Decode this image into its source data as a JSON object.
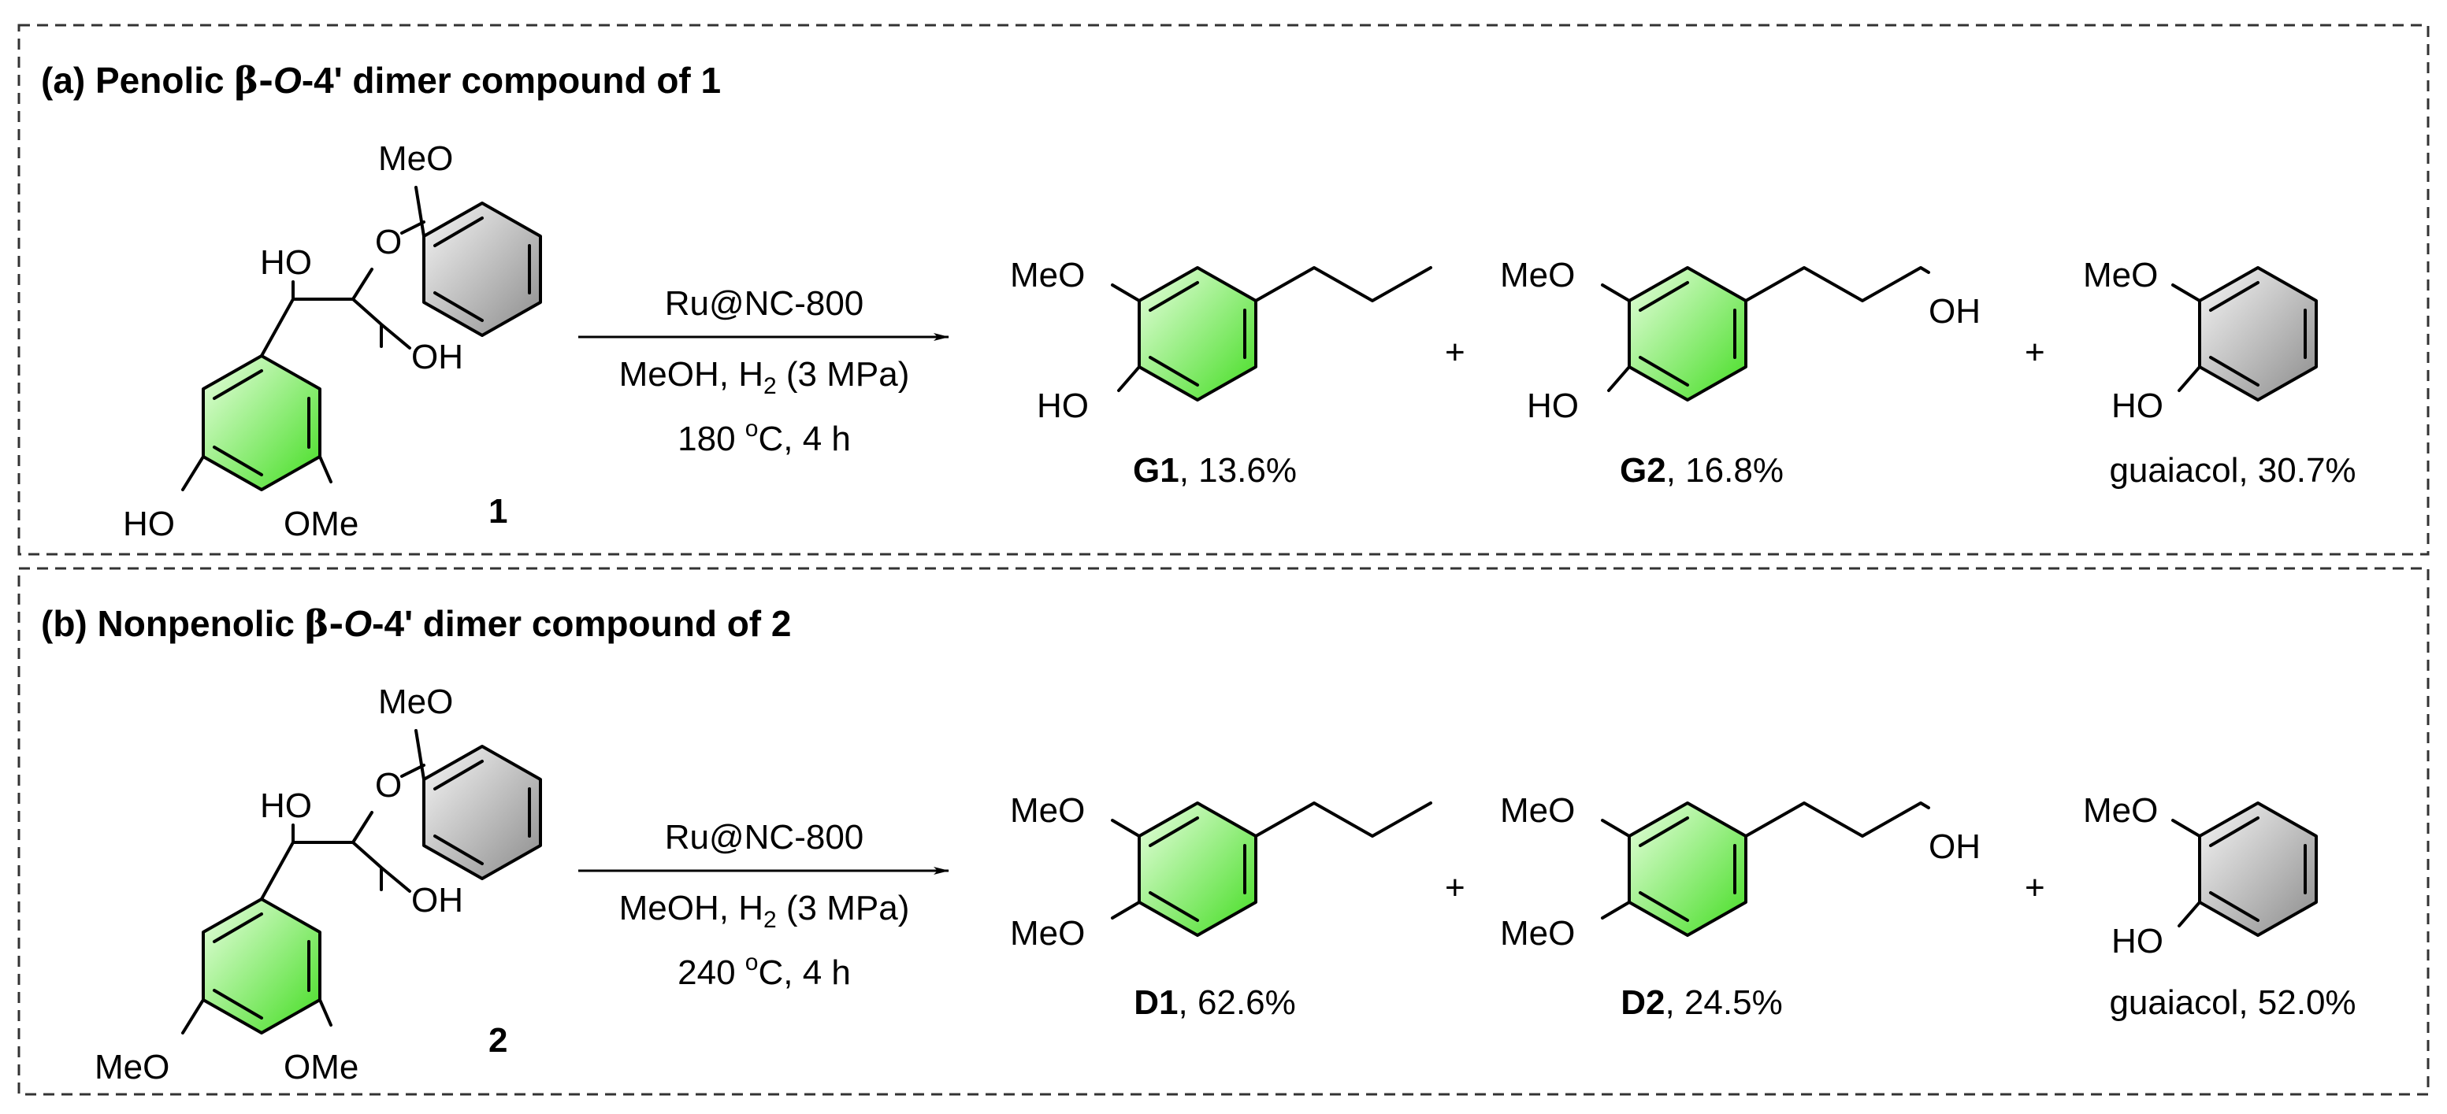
{
  "panels": [
    {
      "title_prefix": "(a) Penolic ",
      "title_beta": "β-",
      "title_o": "O",
      "title_suffix": "-4' dimer compound of 1",
      "reactant": {
        "number": "1",
        "ho_top": "HO",
        "o_ether": "O",
        "oh_chain": "OH",
        "meo_top": "MeO",
        "sub_left": "HO",
        "sub_right": "OMe"
      },
      "conditions": {
        "catalyst": "Ru@NC-800",
        "solvent_a": "MeOH, H",
        "solvent_sub": "2",
        "solvent_b": " (3 MPa)",
        "temp_a": "180 ",
        "temp_sup": "o",
        "temp_b": "C, 4 h"
      },
      "products": [
        {
          "top_label": "MeO",
          "bottom_label": "HO",
          "tail": "",
          "name": "G1",
          "yield": ", 13.6%"
        },
        {
          "top_label": "MeO",
          "bottom_label": "HO",
          "tail": "OH",
          "name": "G2",
          "yield": ", 16.8%"
        },
        {
          "top_label": "MeO",
          "bottom_label": "HO",
          "name": "",
          "yield": "guaiacol, 30.7%"
        }
      ],
      "plus": "+"
    },
    {
      "title_prefix": "(b) Nonpenolic ",
      "title_beta": "β-",
      "title_o": "O",
      "title_suffix": "-4' dimer compound of 2",
      "reactant": {
        "number": "2",
        "ho_top": "HO",
        "o_ether": "O",
        "oh_chain": "OH",
        "meo_top": "MeO",
        "sub_left": "MeO",
        "sub_right": "OMe"
      },
      "conditions": {
        "catalyst": "Ru@NC-800",
        "solvent_a": "MeOH, H",
        "solvent_sub": "2",
        "solvent_b": " (3 MPa)",
        "temp_a": "240 ",
        "temp_sup": "o",
        "temp_b": "C, 4 h"
      },
      "products": [
        {
          "top_label": "MeO",
          "bottom_label": "MeO",
          "tail": "",
          "name": "D1",
          "yield": ", 62.6%"
        },
        {
          "top_label": "MeO",
          "bottom_label": "MeO",
          "tail": "OH",
          "name": "D2",
          "yield": ", 24.5%"
        },
        {
          "top_label": "MeO",
          "bottom_label": "HO",
          "name": "",
          "yield": "guaiacol, 52.0%"
        }
      ],
      "plus": "+"
    }
  ],
  "colors": {
    "green_ring": "#44dd22",
    "green_light": "#e9ffe1",
    "grey_ring": "#8c8c8c",
    "grey_light": "#f6f6f6"
  }
}
